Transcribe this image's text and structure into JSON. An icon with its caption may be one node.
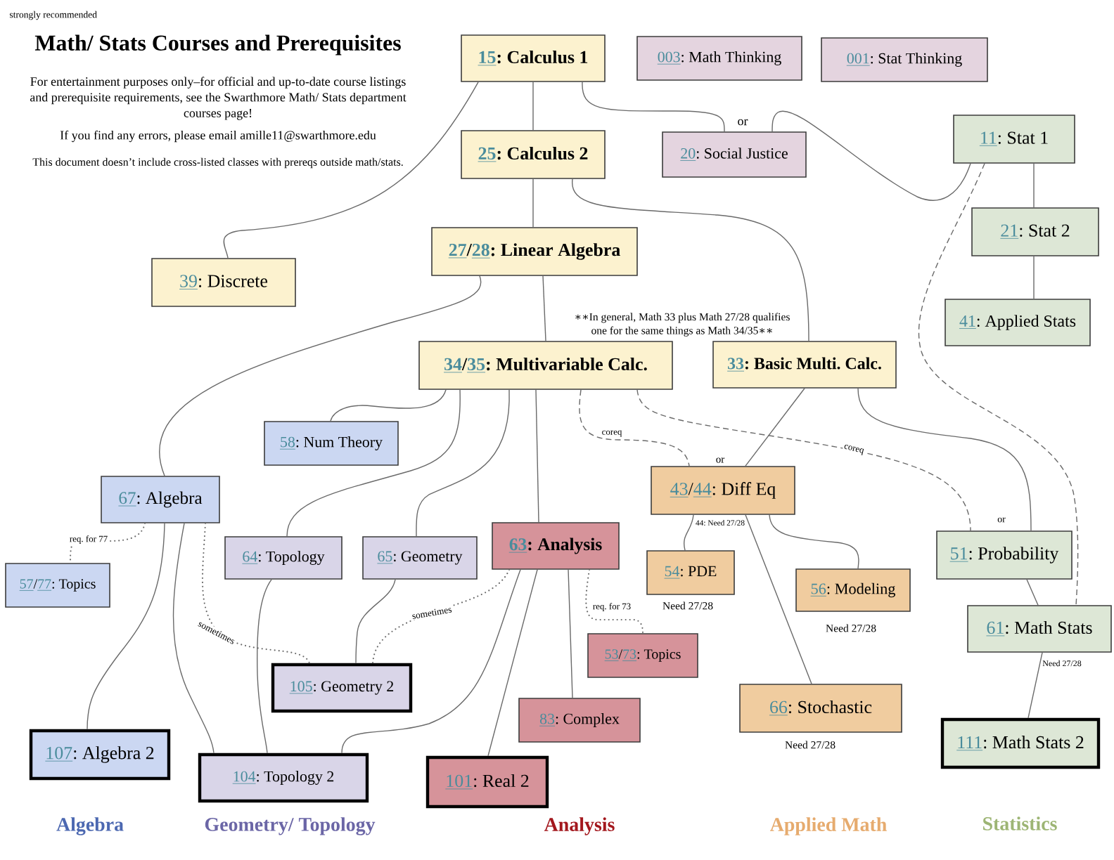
{
  "diagram": {
    "title": "Math/ Stats Courses and Prerequisites",
    "nodes": [
      {
        "text": [
          "15: Calculus 1"
        ]
      },
      {
        "text": [
          "003: Math Thinking"
        ]
      },
      {
        "text": [
          "001: Stat Thinking"
        ]
      },
      {
        "text": [
          "25: Calculus 2"
        ]
      },
      {
        "text": [
          "20: Social Justice"
        ],
        "beside": [
          "or"
        ]
      },
      {
        "text": [
          "11: Stat 1"
        ]
      },
      {
        "text": [
          "39: Discrete"
        ]
      },
      {
        "text": [
          "27/28: Linear Algebra"
        ]
      },
      {
        "text": [
          "21: Stat 2"
        ]
      },
      {
        "text": [
          "41: Applied Stats"
        ]
      },
      {
        "text": [
          "34/35: Multivariable Calc."
        ]
      },
      {
        "text": [
          "33: Basic Multi. Calc."
        ]
      },
      {
        "text": [
          "58: Num Theory"
        ]
      },
      {
        "text": [
          "67: Algebra"
        ]
      },
      {
        "text": [
          "43/44: Diff Eq"
        ],
        "beside": [
          "or"
        ]
      },
      {
        "text": [
          "51: Probability"
        ],
        "beside": [
          "or"
        ]
      },
      {
        "text": [
          "57/77: Topics"
        ]
      },
      {
        "text": [
          "64: Topology"
        ]
      },
      {
        "text": [
          "65: Geometry"
        ]
      },
      {
        "text": [
          "63: Analysis"
        ]
      },
      {
        "text": [
          "54: PDE"
        ],
        "beside": [
          "Need 27/28"
        ]
      },
      {
        "text": [
          "56: Modeling"
        ],
        "beside": [
          "Need 27/28"
        ]
      },
      {
        "text": [
          "61: Math Stats"
        ],
        "beside": [
          "Need 27/28"
        ]
      },
      {
        "text": [
          "53/73: Topics"
        ]
      },
      {
        "text": [
          "105: Geometry 2"
        ]
      },
      {
        "text": [
          "83: Complex"
        ]
      },
      {
        "text": [
          "66: Stochastic"
        ],
        "beside": [
          "Need 27/28"
        ]
      },
      {
        "text": [
          "107: Algebra 2"
        ]
      },
      {
        "text": [
          "104: Topology 2"
        ]
      },
      {
        "text": [
          "101: Real 2"
        ]
      },
      {
        "text": [
          "111: Math Stats 2"
        ]
      }
    ],
    "edges": [
      {
        "from": 0,
        "to": 3,
        "arrow": "none"
      },
      {
        "from": 0,
        "to": 6,
        "arrow": "none"
      },
      {
        "from": 0,
        "to": 4,
        "arrow": "none"
      },
      {
        "from": 5,
        "to": 4,
        "arrow": "none"
      },
      {
        "from": 3,
        "to": 7,
        "arrow": "none"
      },
      {
        "from": 3,
        "to": 11,
        "arrow": "none"
      },
      {
        "from": 7,
        "to": 10,
        "arrow": "none"
      },
      {
        "from": 7,
        "to": 13,
        "arrow": "none"
      },
      {
        "from": 5,
        "to": 8,
        "arrow": "none"
      },
      {
        "from": 8,
        "to": 9,
        "arrow": "none"
      },
      {
        "from": 5,
        "to": 22,
        "arrow": "none",
        "style": "dashed"
      },
      {
        "from": 10,
        "to": 12,
        "arrow": "none"
      },
      {
        "from": 10,
        "to": 17,
        "arrow": "none"
      },
      {
        "from": 10,
        "to": 18,
        "arrow": "none"
      },
      {
        "from": 10,
        "to": 19,
        "arrow": "none"
      },
      {
        "from": 10,
        "to": 14,
        "arrow": "none",
        "style": "dashed",
        "label": "coreq"
      },
      {
        "from": 10,
        "to": 15,
        "arrow": "none",
        "style": "dashed",
        "label": "coreq"
      },
      {
        "from": 11,
        "to": 14,
        "arrow": "none"
      },
      {
        "from": 11,
        "to": 15,
        "arrow": "none"
      },
      {
        "from": 13,
        "to": 16,
        "arrow": "none",
        "style": "dashed",
        "label": "req. for 77"
      },
      {
        "from": 13,
        "to": 27,
        "arrow": "none"
      },
      {
        "from": 13,
        "to": 28,
        "arrow": "none"
      },
      {
        "from": 13,
        "to": 24,
        "arrow": "none",
        "style": "dashed",
        "label": "sometimes"
      },
      {
        "from": 14,
        "to": 20,
        "arrow": "none",
        "label": "44: Need 27/28"
      },
      {
        "from": 14,
        "to": 21,
        "arrow": "none"
      },
      {
        "from": 14,
        "to": 26,
        "arrow": "none"
      },
      {
        "from": 15,
        "to": 22,
        "arrow": "none"
      },
      {
        "from": 22,
        "to": 30,
        "arrow": "none"
      },
      {
        "from": 17,
        "to": 28,
        "arrow": "none"
      },
      {
        "from": 18,
        "to": 24,
        "arrow": "none"
      },
      {
        "from": 19,
        "to": 24,
        "arrow": "none",
        "style": "dashed",
        "label": "sometimes"
      },
      {
        "from": 19,
        "to": 28,
        "arrow": "none"
      },
      {
        "from": 19,
        "to": 29,
        "arrow": "none"
      },
      {
        "from": 19,
        "to": 25,
        "arrow": "none"
      },
      {
        "from": 19,
        "to": 23,
        "arrow": "none",
        "style": "dashed",
        "label": "req. for 73"
      }
    ],
    "labels": [
      "strongly recommended",
      "For entertainment purposes only–for official and up-to-date course listings and prerequisite requirements, see the Swarthmore Math/ Stats department courses page!",
      "If you find any errors, please email amille11@swarthmore.edu",
      "This document doesn’t include cross-listed classes with prereqs outside math/stats.",
      "∗∗In general, Math 33 plus Math 27/28 qualifies one for the same things as Math 34/35∗∗",
      "Algebra",
      "Geometry/ Topology",
      "Analysis",
      "Applied Math",
      "Statistics"
    ]
  }
}
